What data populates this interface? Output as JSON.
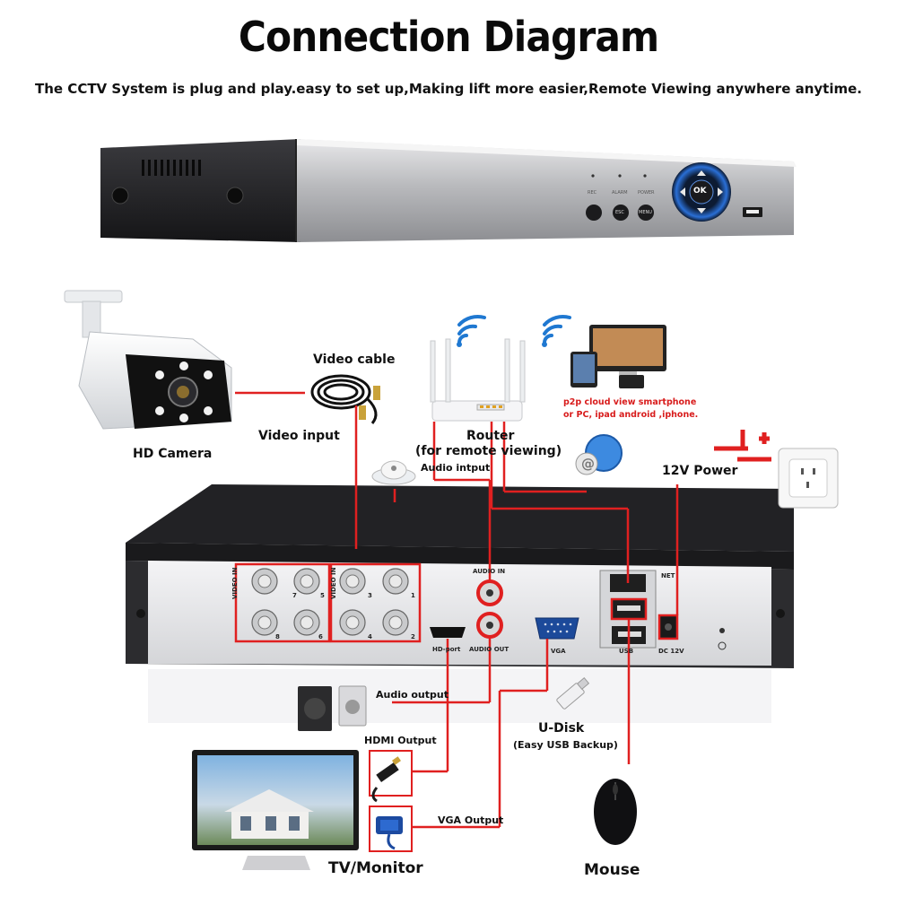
{
  "header": {
    "title": "Connection Diagram",
    "subtitle": "The CCTV System is plug and play.easy to set up,Making lift more easier,Remote Viewing anywhere anytime."
  },
  "dvr_front": {
    "indicator_labels": [
      "REC",
      "ALARM",
      "POWER"
    ],
    "button_labels": [
      "ESC",
      "MENU"
    ],
    "nav_center": "OK"
  },
  "labels": {
    "video_cable": "Video cable",
    "video_input": "Video input",
    "hd_camera": "HD Camera",
    "router": "Router",
    "router_note": "(for remote viewing)",
    "audio_input": "Audio intput",
    "p2p_line1": "p2p cloud  view smartphone",
    "p2p_line2": "or PC, ipad android ,iphone.",
    "power": "12V Power",
    "audio_output": "Audio output",
    "hdmi_output": "HDMI Output",
    "vga_output": "VGA Output",
    "udisk": "U-Disk",
    "udisk_note": "(Easy USB Backup)",
    "tv_monitor": "TV/Monitor",
    "mouse": "Mouse"
  },
  "dvr_back": {
    "video_in": "VIDEO IN",
    "audio_in": "AUDIO IN",
    "audio_out": "AUDIO OUT",
    "hd_port": "HD-port",
    "vga": "VGA",
    "usb": "USB",
    "dc": "DC 12V",
    "net": "NET",
    "channels_left": [
      "7",
      "5",
      "8",
      "6"
    ],
    "channels_right": [
      "3",
      "1",
      "4",
      "2"
    ]
  },
  "colors": {
    "wire": "#e02020",
    "panel": "#2a2a2d",
    "accent_blue": "#2a6fd6"
  }
}
